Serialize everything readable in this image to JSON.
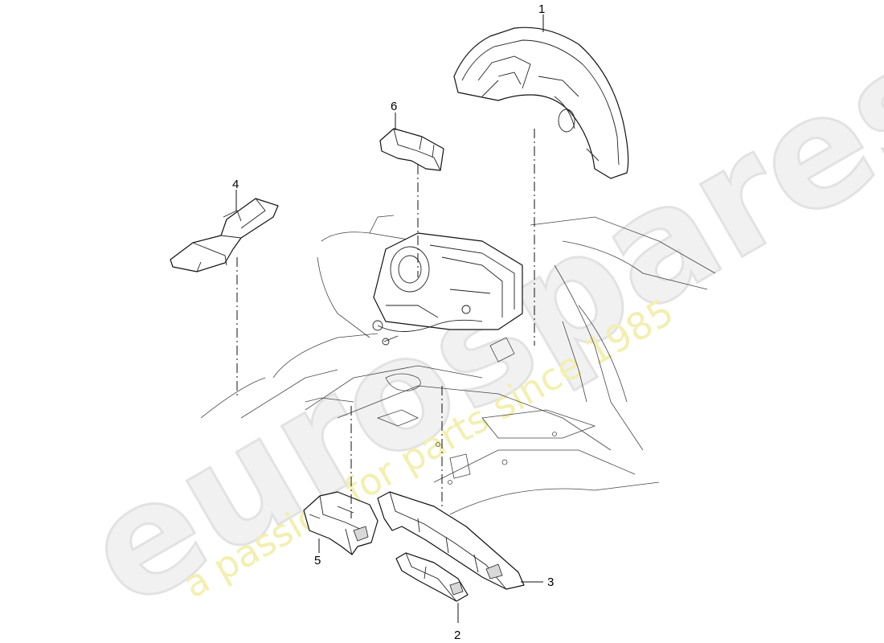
{
  "watermark": {
    "brand": "eurospares",
    "tagline": "a passion for parts since 1985"
  },
  "callouts": [
    {
      "id": "1",
      "label": "1"
    },
    {
      "id": "2",
      "label": "2"
    },
    {
      "id": "3",
      "label": "3"
    },
    {
      "id": "4",
      "label": "4"
    },
    {
      "id": "5",
      "label": "5"
    },
    {
      "id": "6",
      "label": "6"
    }
  ]
}
